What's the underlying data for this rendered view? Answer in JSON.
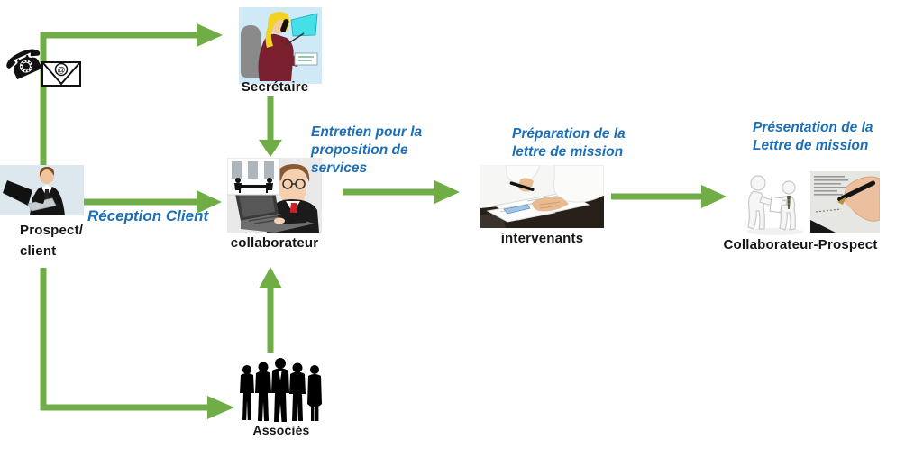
{
  "diagram": {
    "colors": {
      "arrow_green": "#70ad47",
      "annotation_blue": "#1b6fb8",
      "label_black": "#151515"
    },
    "icons": {
      "phone": {
        "glyph": "☎"
      },
      "email": {
        "glyph": "@"
      }
    },
    "nodes": {
      "secretaire": {
        "label": "Secrétaire"
      },
      "prospect": {
        "lines": [
          "Prospect/",
          "client"
        ]
      },
      "collaborateur": {
        "label": "collaborateur"
      },
      "intervenants": {
        "label": "intervenants"
      },
      "collaborateur_prospect": {
        "label": "Collaborateur-Prospect"
      },
      "associes": {
        "label": "Associés"
      }
    },
    "annotations": {
      "reception": {
        "text": "Réception Client"
      },
      "entretien": {
        "lines": [
          "Entretien pour la",
          "proposition de",
          "services"
        ]
      },
      "preparation": {
        "lines": [
          "Préparation de la",
          "lettre de mission"
        ]
      },
      "presentation": {
        "lines": [
          "Présentation de la",
          "Lettre de mission"
        ]
      }
    }
  }
}
